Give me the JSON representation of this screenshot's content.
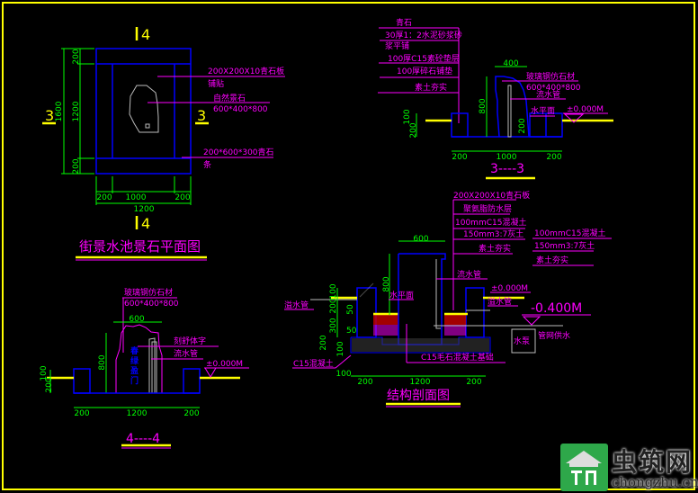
{
  "colors": {
    "background": "#000000",
    "frame": "#ffff00",
    "annotation": "#ff00ff",
    "dimension": "#00ff00",
    "structure": "#0000ff"
  },
  "plan": {
    "title": "街景水池景石平面图",
    "section_mark_4": "4",
    "section_mark_3": "3",
    "dims": {
      "total_h": "1600",
      "top": "200",
      "mid": "1200",
      "bottom": "200",
      "left": "200",
      "center": "1000",
      "right": "200",
      "total_w": "1200"
    },
    "labels": [
      "200X200X10青石板",
      "铺贴",
      "自然景石",
      "600*400*800",
      "200*600*300青石",
      "条"
    ]
  },
  "section33": {
    "title": "3----3",
    "layers": [
      "青石",
      "30厚1：2水泥砂浆砂",
      "浆平铺",
      "100厚C15素砼垫层",
      "100厚碎石铺垫",
      "素土夯实"
    ],
    "labels": {
      "stone": "玻璃钢仿石材",
      "stone_size": "600*400*800",
      "pipe": "流水管",
      "water": "水平面",
      "level": "±0.000M"
    },
    "dims": {
      "top": "400",
      "height": "800",
      "left": "200",
      "center": "1000",
      "right": "200",
      "h100": "100",
      "h200": "200",
      "h200b": "200"
    }
  },
  "section44": {
    "title": "4----4",
    "labels": {
      "stone": "玻璃钢仿石材",
      "stone_size": "600*400*800",
      "carving": "刻舒体字",
      "pipe": "流水管",
      "level": "±0.000M"
    },
    "carved_text": "春绿盈门",
    "dims": {
      "top": "600",
      "height": "800",
      "left": "200",
      "center": "1200",
      "right": "200",
      "h": "200",
      "h2": "100"
    }
  },
  "structure": {
    "title": "结构剖面图",
    "layers": [
      "200X200X10青石板",
      "聚氨脂防水层",
      "100mmC15混凝土",
      "150mm3:7灰土",
      "素土夯实"
    ],
    "layers_right": [
      "100mmC15混凝土",
      "150mm3:7灰土",
      "素土夯实"
    ],
    "labels": {
      "pipe": "流水管",
      "overflow_left": "溢水管",
      "overflow_right": "溢水管",
      "water": "水平面",
      "level": "±0.000M",
      "level2": "-0.400M",
      "pump": "水泵",
      "supply": "管网供水",
      "foundation": "C15毛石混凝土基础",
      "concrete": "C15混凝土"
    },
    "dims": {
      "top": "600",
      "height": "800",
      "d200": "200",
      "d300": "300",
      "d50": "50",
      "d100": "100",
      "d200b": "200",
      "d100b": "100",
      "left": "200",
      "center": "1200",
      "right": "200"
    }
  },
  "logo": {
    "cn": "虫筑网",
    "en": "chongzhu.cn"
  }
}
